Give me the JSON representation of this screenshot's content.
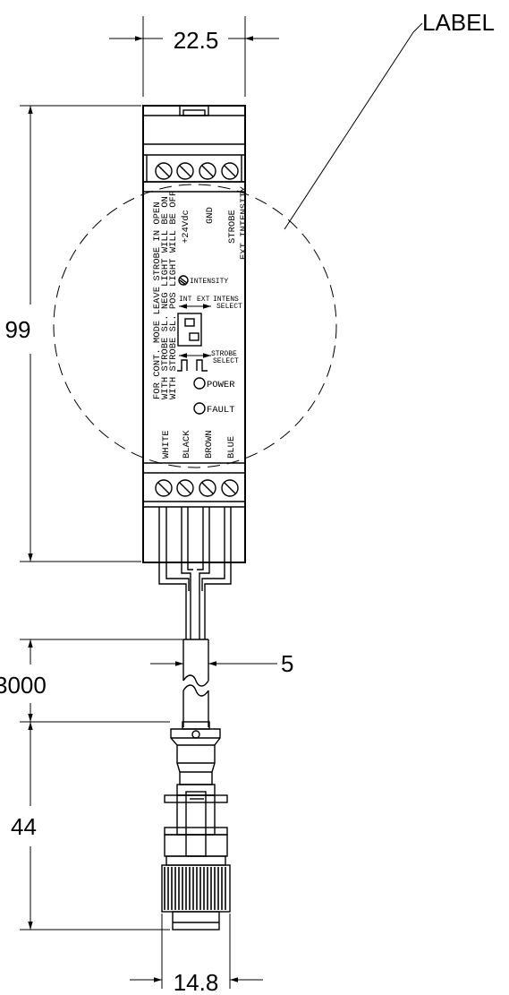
{
  "dimensions": {
    "width_top": "22.5",
    "height_body": "99",
    "cable_length": "3000",
    "cable_diameter": "5",
    "connector_height": "44",
    "connector_width": "14.8"
  },
  "callout": {
    "label": "LABEL"
  },
  "panel": {
    "top_terminals": [
      "+24Vdc",
      "GND",
      "STROBE",
      "EXT INTENSITY"
    ],
    "notes": [
      "FOR CONT. MODE LEAVE STROBE IN OPEN",
      "WITH STROBE SL. NEG LIGHT WILL BE ON",
      "WITH STROBE SL. POS LIGHT WILL BE OFF"
    ],
    "intensity": "INTENSITY",
    "switch_int": "INT",
    "switch_ext": "EXT",
    "intens_select": [
      "INTENS",
      "SELECT"
    ],
    "strobe_select": [
      "STROBE",
      "SELECT"
    ],
    "power": "POWER",
    "fault": "FAULT",
    "bottom_terminals": [
      "WHITE",
      "BLACK",
      "BROWN",
      "BLUE"
    ]
  }
}
